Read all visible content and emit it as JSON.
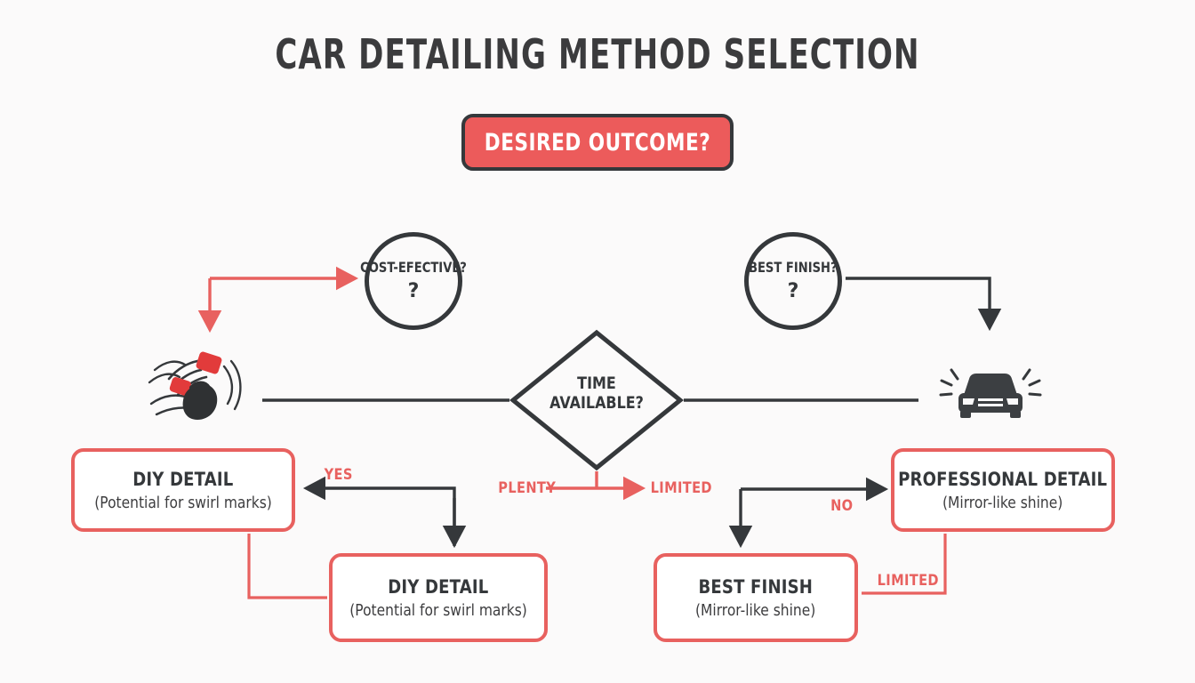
{
  "page": {
    "title": "CAR DETAILING METHOD SELECTION",
    "background_color": "#fbfafa",
    "accent_color": "#e8615f",
    "dark_color": "#35383b"
  },
  "start_node": {
    "label": "DESIRED OUTCOME?",
    "fill_color": "#ec5b5b",
    "border_color": "#35383b",
    "text_color": "#ffffff"
  },
  "decision_circles": [
    {
      "id": "cost-effective",
      "label": "COST-EFECTIVE?",
      "mark": "?"
    },
    {
      "id": "best-finish",
      "label": "BEST FINISH?",
      "mark": "?"
    }
  ],
  "decision_diamond": {
    "line1": "TIME",
    "line2": "AVAILABLE?"
  },
  "result_boxes": [
    {
      "id": "diy-left",
      "title": "DIY DETAIL",
      "subtitle": "(Potential for swirl marks)"
    },
    {
      "id": "professional",
      "title": "PROFESSIONAL DETAIL",
      "subtitle": "(Mirror-like shine)"
    },
    {
      "id": "diy-bottom",
      "title": "DIY DETAIL",
      "subtitle": "(Potential for swirl marks)"
    },
    {
      "id": "best-finish-box",
      "title": "BEST FINISH",
      "subtitle": "(Mirror-like shine)"
    }
  ],
  "edge_labels": {
    "yes": "YES",
    "plenty": "PLENTY",
    "limited_top": "LIMITED",
    "no": "NO",
    "limited_bottom": "LIMITED"
  },
  "icons": [
    {
      "id": "hand-polish-icon",
      "name": "hand-polishing-cloth-icon"
    },
    {
      "id": "shiny-car-icon",
      "name": "shiny-car-front-icon"
    }
  ]
}
